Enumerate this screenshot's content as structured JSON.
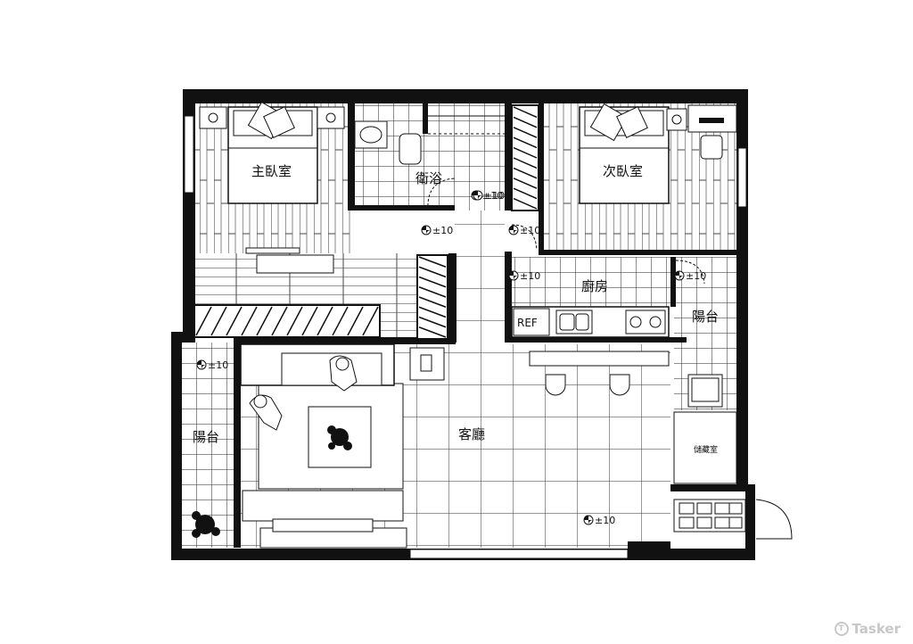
{
  "rooms": {
    "master_bedroom": "主臥室",
    "second_bedroom": "次臥室",
    "bathroom": "衛浴",
    "kitchen": "廚房",
    "balcony_right": "陽台",
    "balcony_left": "陽台",
    "living_room": "客廳",
    "storage": "儲藏室"
  },
  "appliances": {
    "fridge": "REF"
  },
  "elevations": [
    "±10",
    "±10",
    "±10",
    "±10",
    "±10",
    "±10",
    "±10",
    "±10"
  ],
  "brand": {
    "logo_glyph": "T",
    "name": "Tasker"
  }
}
